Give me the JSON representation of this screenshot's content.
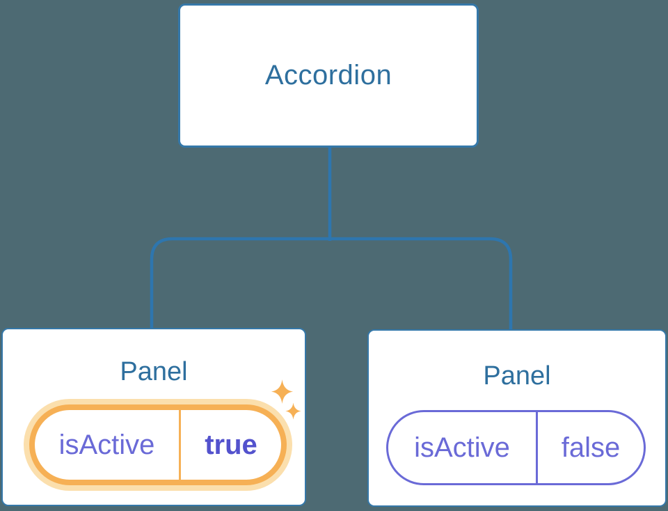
{
  "diagram": {
    "root": {
      "label": "Accordion"
    },
    "panels": [
      {
        "title": "Panel",
        "prop_name": "isActive",
        "prop_value": "true",
        "state": "active",
        "indicator_icons": [
          "sparkle-icon-large",
          "sparkle-icon-small"
        ]
      },
      {
        "title": "Panel",
        "prop_name": "isActive",
        "prop_value": "false",
        "state": "inactive"
      }
    ],
    "colors": {
      "background": "#4D6A73",
      "connector": "#2E76AE",
      "node_border": "#3578A9",
      "node_label": "#2E6F9E",
      "state_name": "#6A6AD7",
      "state_value_active": "#5352CD",
      "active_ring": "#F6B055",
      "active_glow": "#FBDFAD",
      "inactive_ring": "#6A6AD7",
      "card_background": "#FFFFFF"
    }
  }
}
